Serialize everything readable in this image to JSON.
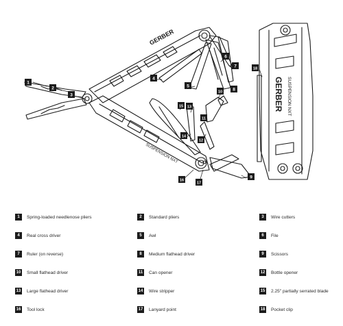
{
  "diagram": {
    "brand": "GERBER",
    "model": "SUSPENSION NXT",
    "callouts": [
      "1",
      "2",
      "3",
      "4",
      "5",
      "6",
      "7",
      "8",
      "9",
      "10",
      "11",
      "12",
      "13",
      "14",
      "15",
      "16",
      "17",
      "18"
    ]
  },
  "legend": [
    {
      "num": "1",
      "label": "Spring-loaded needlenose pliers"
    },
    {
      "num": "2",
      "label": "Standard pliers"
    },
    {
      "num": "3",
      "label": "Wire cutters"
    },
    {
      "num": "4",
      "label": "Real cross driver"
    },
    {
      "num": "5",
      "label": "Awl"
    },
    {
      "num": "6",
      "label": "File"
    },
    {
      "num": "7",
      "label": "Ruler (on reverse)"
    },
    {
      "num": "8",
      "label": "Medium flathead driver"
    },
    {
      "num": "9",
      "label": "Scissors"
    },
    {
      "num": "10",
      "label": "Small flathead driver"
    },
    {
      "num": "11",
      "label": "Can opener"
    },
    {
      "num": "12",
      "label": "Bottle opener"
    },
    {
      "num": "13",
      "label": "Large flathead driver"
    },
    {
      "num": "14",
      "label": "Wire stripper"
    },
    {
      "num": "15",
      "label": "2.25\" partially serrated blade"
    },
    {
      "num": "16",
      "label": "Tool lock"
    },
    {
      "num": "17",
      "label": "Lanyard point"
    },
    {
      "num": "18",
      "label": "Pocket clip"
    }
  ]
}
